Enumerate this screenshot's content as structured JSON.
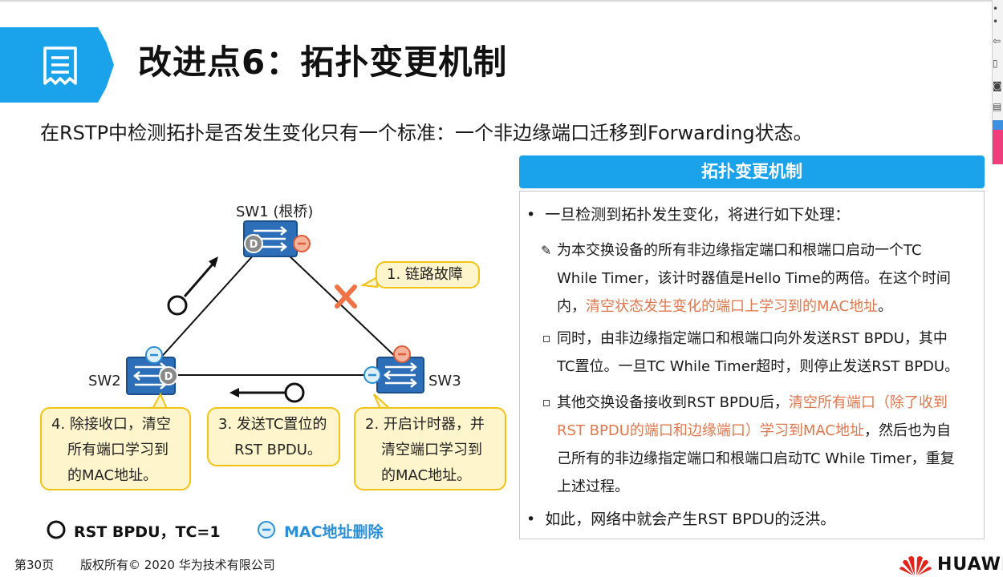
{
  "title": "改进点6：拓扑变更机制",
  "subtitle": "在RSTP中检测拓扑是否发生变化只有一个标准：一个非边缘端口迁移到Forwarding状态。",
  "diagram": {
    "sw1": "SW1 (根桥)",
    "sw2": "SW2",
    "sw3": "SW3",
    "port_d": "D",
    "callout1": "1. 链路故障",
    "callout2_l1": "2. 开启计时器，并",
    "callout2_l2": "清空端口学习到",
    "callout2_l3": "的MAC地址。",
    "callout3_l1": "3. 发送TC置位的",
    "callout3_l2": "RST BPDU。",
    "callout4_l1": "4. 除接收口，清空",
    "callout4_l2": "所有端口学习到",
    "callout4_l3": "的MAC地址。",
    "legend_bpdu": "RST BPDU，TC=1",
    "legend_mac": "MAC地址删除"
  },
  "panel": {
    "header": "拓扑变更机制",
    "bullet1": "一旦检测到拓扑发生变化，将进行如下处理：",
    "sub1_l1": "为本交换设备的所有非边缘指定端口和根端口启动一个TC",
    "sub1_l2": "While Timer，该计时器值是Hello Time的两倍。在这个时间",
    "sub1_l3a": "内，",
    "sub1_l3b": "清空状态发生变化的端口上学习到的MAC地址",
    "sub1_l3c": "。",
    "sub2_l1": "同时，由非边缘指定端口和根端口向外发送RST BPDU，其中",
    "sub2_l2": "TC置位。一旦TC While Timer超时，则停止发送RST BPDU。",
    "sub3_l1a": "其他交换设备接收到RST BPDU后，",
    "sub3_l1b": "清空所有端口（除了收到",
    "sub3_l2a": "RST BPDU的端口和边缘端口）学习到MAC地址",
    "sub3_l2b": "，然后也为自",
    "sub3_l3": "己所有的非边缘指定端口和根端口启动TC While Timer，重复",
    "sub3_l4": "上述过程。",
    "bullet2": "如此，网络中就会产生RST BPDU的泛洪。"
  },
  "footer": {
    "page": "第30页",
    "copyright": "版权所有© 2020 华为技术有限公司",
    "logo": "HUAWE"
  },
  "colors": {
    "accent_blue": "#1aa3eb",
    "highlight_red": "#e0784f",
    "callout_fill": "#fff5cc",
    "callout_border": "#f2c315"
  }
}
